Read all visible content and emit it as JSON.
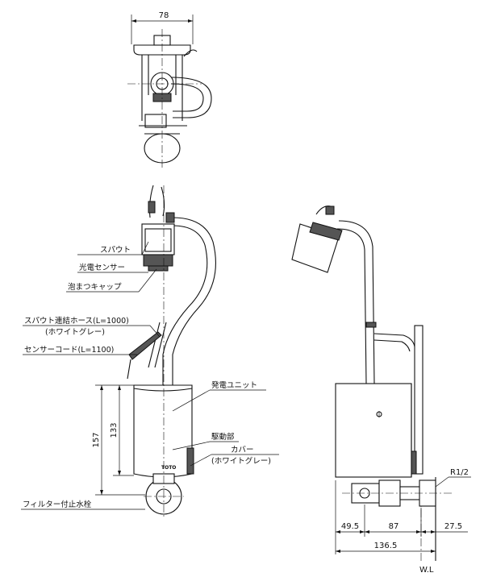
{
  "dimensions": {
    "top_width": "78",
    "height_total": "157",
    "height_unit": "133",
    "bottom_left": "49.5",
    "bottom_mid": "87",
    "bottom_right": "27.5",
    "bottom_total": "136.5",
    "thread": "R1/2"
  },
  "labels": {
    "spout": "スパウト",
    "photo_sensor": "光電センサー",
    "aerator_cap": "泡まつキャップ",
    "spout_hose": "スパウト連結ホース(L=1000)",
    "spout_hose_color": "(ホワイトグレー)",
    "sensor_cord": "センサーコード(L=1100)",
    "generator_unit": "発電ユニット",
    "drive_part": "駆動部",
    "cover": "カバー",
    "cover_color": "(ホワイトグレー)",
    "filter_valve": "フィルター付止水栓",
    "brand": "TOTO",
    "wall_line": "W.L"
  }
}
